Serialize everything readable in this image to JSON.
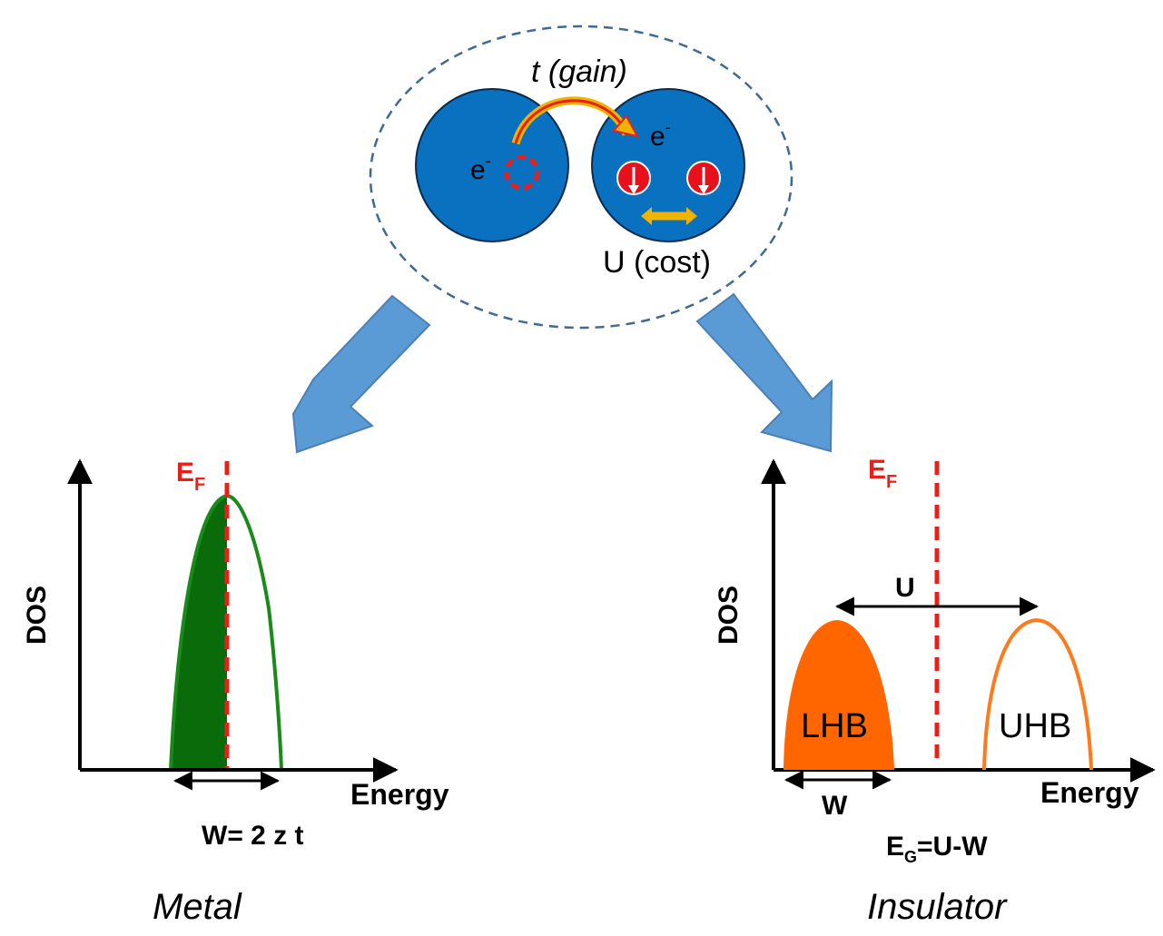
{
  "top": {
    "hopping_label": "t (gain)",
    "electron_left": "e",
    "electron_right": "e",
    "electron_charge": "-",
    "repulsion_label": "U (cost)"
  },
  "metal": {
    "fermi_label": "E",
    "fermi_sub": "F",
    "y_axis": "DOS",
    "x_axis": "Energy",
    "width_label": "W= 2 z t",
    "caption": "Metal",
    "filled_color": "#0a6b0a",
    "band_color": "#1a8a1a"
  },
  "insulator": {
    "fermi_label": "E",
    "fermi_sub": "F",
    "y_axis": "DOS",
    "x_axis": "Energy",
    "u_label": "U",
    "lhb_label": "LHB",
    "uhb_label": "UHB",
    "w_label": "W",
    "gap_label_main": "E",
    "gap_sub": "G",
    "gap_label_rest": "=U-W",
    "caption": "Insulator",
    "lhb_color": "#ff6600",
    "uhb_color": "#ff7a1a"
  },
  "colors": {
    "atom": "#0a70c0",
    "atom_stroke": "#0c2a4a",
    "fermi": "#e8201a",
    "big_arrow": "#5b9bd5",
    "gold": "#f0b400"
  }
}
